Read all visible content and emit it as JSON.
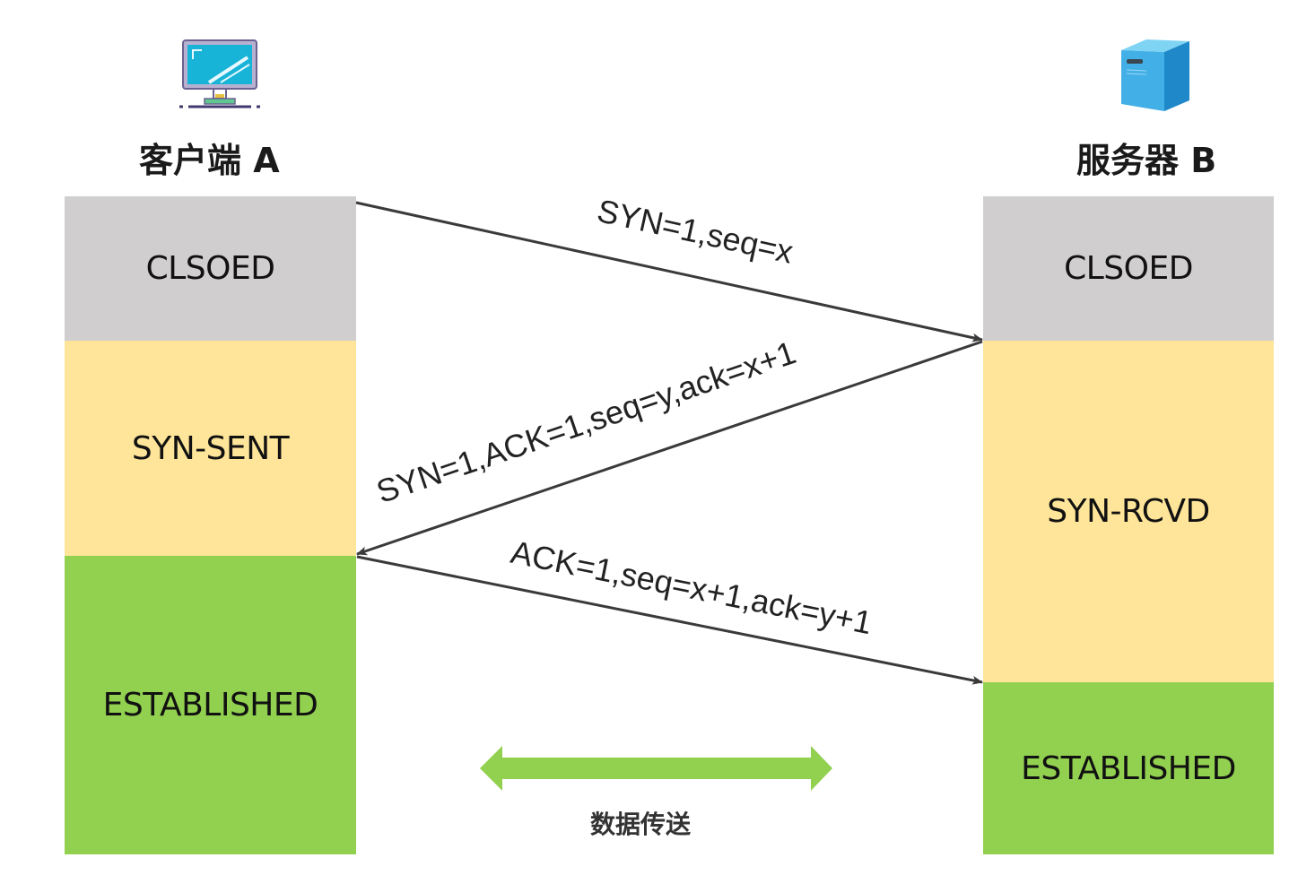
{
  "client": {
    "label": "客户端 A",
    "icon": "monitor-icon",
    "states": [
      {
        "label": "CLSOED",
        "kind": "closed"
      },
      {
        "label": "SYN-SENT",
        "kind": "pending"
      },
      {
        "label": "ESTABLISHED",
        "kind": "established"
      }
    ]
  },
  "server": {
    "label": "服务器 B",
    "icon": "server-icon",
    "states": [
      {
        "label": "CLSOED",
        "kind": "closed"
      },
      {
        "label": "SYN-RCVD",
        "kind": "pending"
      },
      {
        "label": "ESTABLISHED",
        "kind": "established"
      }
    ]
  },
  "messages": [
    {
      "label": "SYN=1,seq=x",
      "direction": "client-to-server"
    },
    {
      "label": "SYN=1,ACK=1,seq=y,ack=x+1",
      "direction": "server-to-client"
    },
    {
      "label": "ACK=1,seq=x+1,ack=y+1",
      "direction": "client-to-server"
    }
  ],
  "data_transfer": {
    "label": "数据传送",
    "icon": "double-arrow-icon"
  },
  "colors": {
    "closed": "#d0cece",
    "pending": "#fee599",
    "established": "#92d050",
    "arrow": "#3a3a3a"
  }
}
